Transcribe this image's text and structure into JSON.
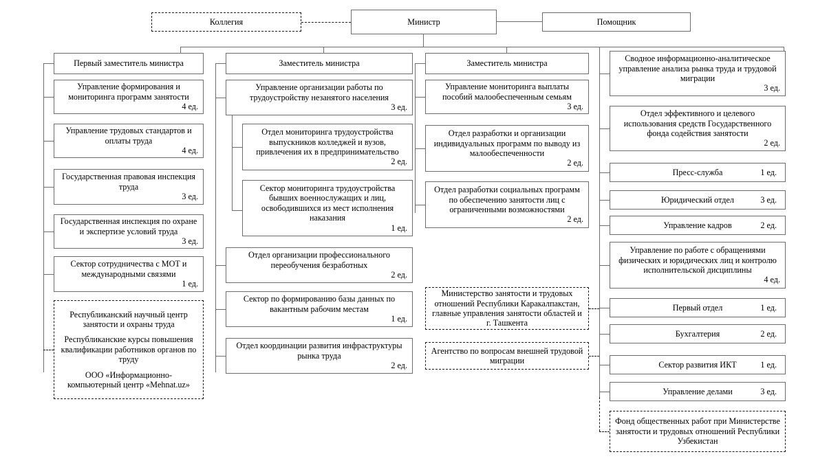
{
  "units_suffix": "ед.",
  "top": {
    "collegium": {
      "label": "Коллегия",
      "style": "dashed"
    },
    "minister": {
      "label": "Министр",
      "style": "solid"
    },
    "assistant": {
      "label": "Помощник",
      "style": "solid"
    }
  },
  "columns": [
    {
      "id": "col-first-deputy",
      "head": {
        "label": "Первый заместитель министра"
      },
      "items": [
        {
          "label": "Управление формирования и мониторинга программ занятости",
          "units": "4 ед."
        },
        {
          "label": "Управление трудовых стандартов и оплаты труда",
          "units": "4 ед."
        },
        {
          "label": "Государственная правовая инспекция труда",
          "units": "3 ед."
        },
        {
          "label": "Государственная инспекция по охране и экспертизе условий труда",
          "units": "3 ед."
        },
        {
          "label": "Сектор сотрудничества с МОТ и международными связями",
          "units": "1 ед."
        }
      ],
      "attached": {
        "style": "dashed",
        "paragraphs": [
          "Республиканский научный центр занятости и охраны труда",
          "Республиканские курсы повышения квалификации работников органов по труду",
          "ООО «Информационно-компьютерный центр «Mehnat.uz»"
        ]
      }
    },
    {
      "id": "col-deputy-employment",
      "head": {
        "label": "Заместитель министра"
      },
      "items": [
        {
          "label": "Управление организации работы по трудоустройству незанятого населения",
          "units": "3 ед."
        },
        {
          "label": "Отдел мониторинга трудоустройства выпускников колледжей и вузов, привлечения их в предпринимательство",
          "units": "2 ед.",
          "nested": true
        },
        {
          "label": "Сектор мониторинга трудоустройства бывших военнослужащих и лиц, освободившихся из мест исполнения наказания",
          "units": "1 ед.",
          "nested": true
        },
        {
          "label": "Отдел организации профессионального переобучения безработных",
          "units": "2 ед."
        },
        {
          "label": "Сектор по формированию базы данных по вакантным рабочим местам",
          "units": "1 ед."
        },
        {
          "label": "Отдел координации развития инфраструктуры рынка труда",
          "units": "2 ед."
        }
      ]
    },
    {
      "id": "col-deputy-social",
      "head": {
        "label": "Заместитель министра"
      },
      "items": [
        {
          "label": "Управление мониторинга выплаты пособий малообеспеченным семьям",
          "units": "3 ед."
        },
        {
          "label": "Отдел разработки и организации индивидуальных программ по выводу из малообеспеченности",
          "units": "2 ед."
        },
        {
          "label": "Отдел разработки социальных программ по обеспечению занятости лиц с ограниченными возможностями",
          "units": "2 ед."
        }
      ],
      "attached_list": [
        {
          "label": "Министерство занятости и трудовых отношений Республики Каракалпакстан, главные управления занятости областей и г. Ташкента",
          "style": "dashed"
        },
        {
          "label": "Агентство по вопросам внешней трудовой миграции",
          "style": "dashed"
        }
      ]
    },
    {
      "id": "col-apparatus",
      "items": [
        {
          "label": "Сводное информационно-аналитическое управление анализа рынка труда и трудовой миграции",
          "units": "3 ед."
        },
        {
          "label": "Отдел эффективного и целевого использования средств Государственного фонда содействия занятости",
          "units": "2 ед."
        },
        {
          "label": "Пресс-служба",
          "units": "1 ед.",
          "inline": true
        },
        {
          "label": "Юридический отдел",
          "units": "3 ед.",
          "inline": true
        },
        {
          "label": "Управление кадров",
          "units": "2 ед.",
          "inline": true
        },
        {
          "label": "Управление по работе с обращениями физических и юридических лиц и контролю исполнительской дисциплины",
          "units": "4 ед."
        },
        {
          "label": "Первый отдел",
          "units": "1 ед.",
          "inline": true
        },
        {
          "label": "Бухгалтерия",
          "units": "2 ед.",
          "inline": true
        },
        {
          "label": "Сектор развития ИКТ",
          "units": "1 ед.",
          "inline": true
        },
        {
          "label": "Управление делами",
          "units": "3 ед.",
          "inline": true
        }
      ],
      "attached": {
        "style": "dashed",
        "label": "Фонд общественных работ при Министерстве занятости и трудовых отношений Республики Узбекистан"
      }
    }
  ]
}
